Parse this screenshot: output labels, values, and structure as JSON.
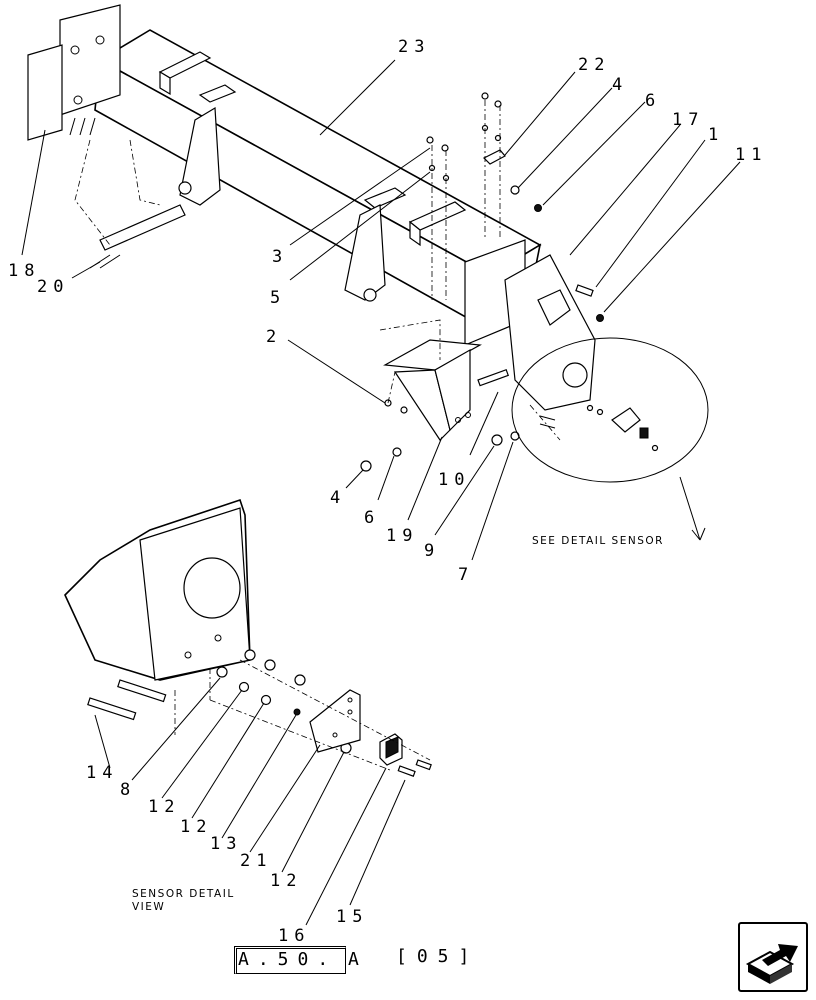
{
  "callouts": [
    "23",
    "22",
    "4",
    "6",
    "17",
    "1",
    "11",
    "18",
    "20",
    "3",
    "5",
    "2",
    "10",
    "19",
    "9",
    "7",
    "4",
    "6",
    "14",
    "8",
    "12",
    "12",
    "13",
    "21",
    "12",
    "15",
    "16"
  ],
  "detail_note": "SEE DETAIL SENSOR",
  "view_title_line1": "SENSOR DETAIL",
  "view_title_line2": "VIEW",
  "reference": {
    "code": "A.50.",
    "suffix": "A",
    "page": "[05]"
  },
  "nav_icon": "next-page-arrow-icon"
}
